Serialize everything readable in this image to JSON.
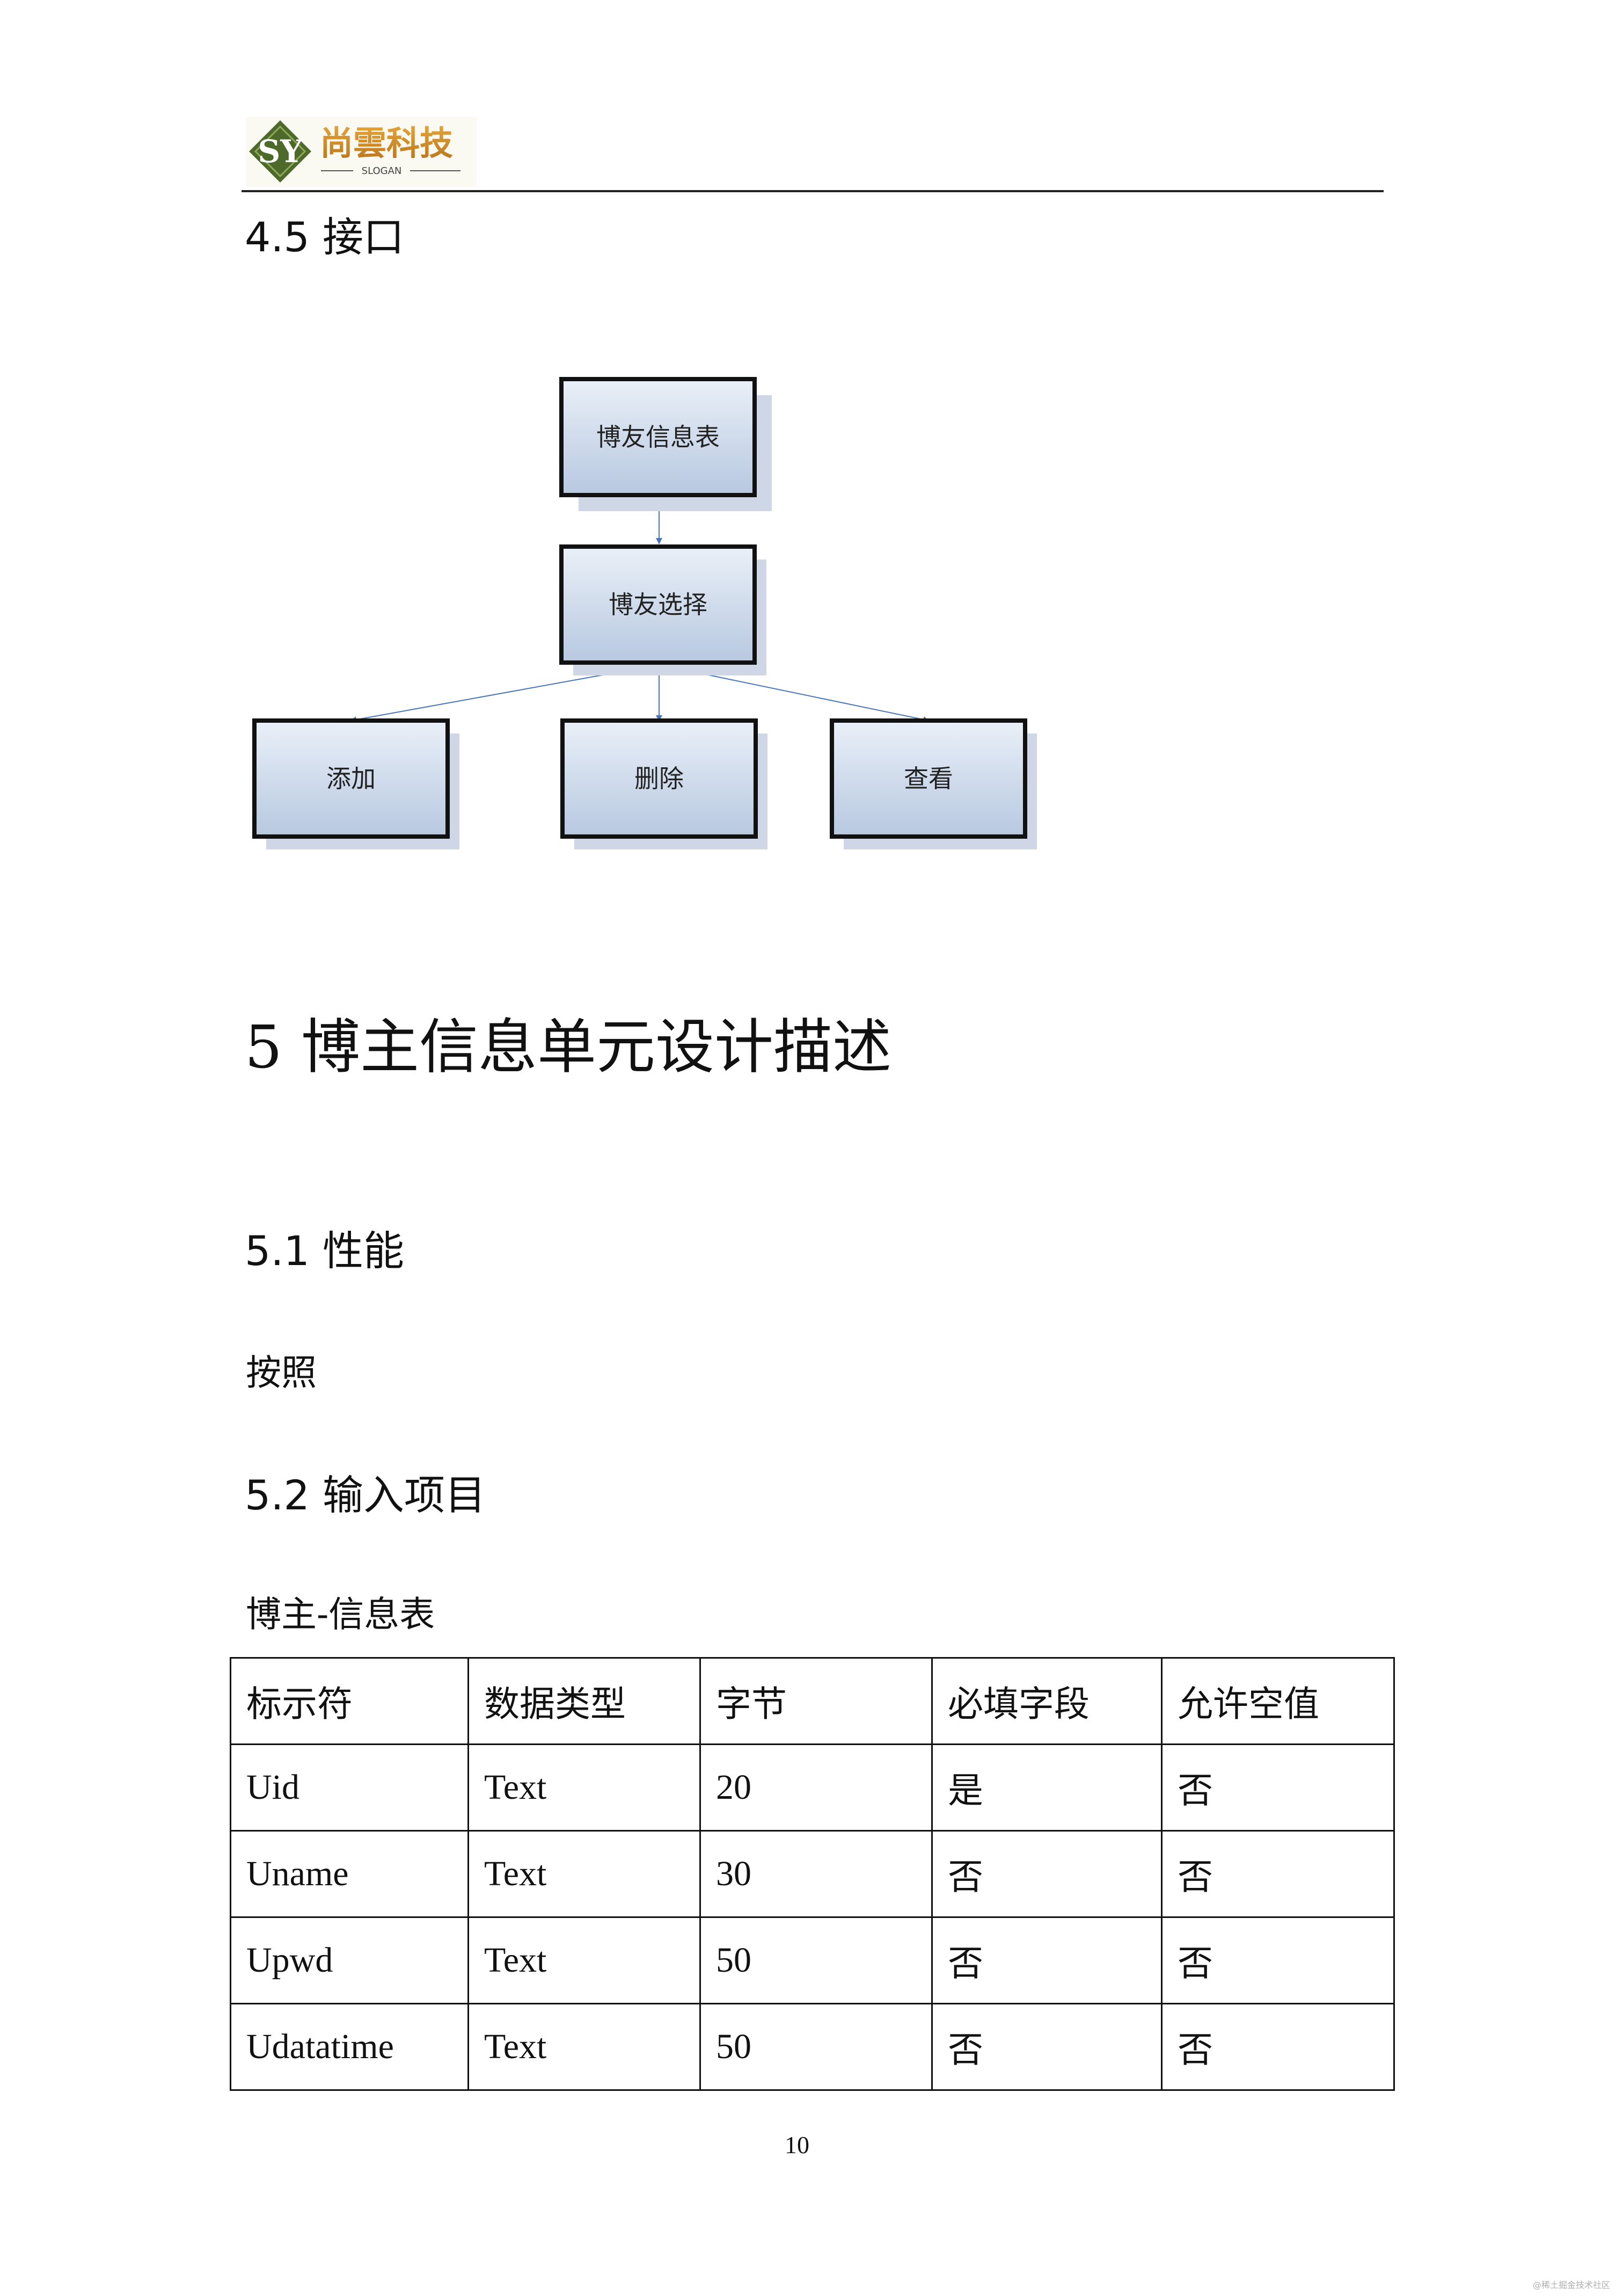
{
  "header": {
    "logo_mark": "SY",
    "logo_name": "尚雲科技",
    "logo_slogan": "SLOGAN"
  },
  "section_4_5": {
    "heading": "4.5 接口"
  },
  "diagram": {
    "nodes": {
      "root": "博友信息表",
      "middle": "博友选择",
      "left": "添加",
      "center": "删除",
      "right": "查看"
    },
    "colors": {
      "fill_top": "#eaf0f8",
      "fill_bottom": "#b7c8e0",
      "arrow": "#4a76b8"
    }
  },
  "section_5": {
    "heading": "5 博主信息单元设计描述"
  },
  "section_5_1": {
    "heading": "5.1 性能",
    "body": "按照"
  },
  "section_5_2": {
    "heading": "5.2 输入项目",
    "table_caption": "博主-信息表"
  },
  "table": {
    "headers": [
      "标示符",
      "数据类型",
      "字节",
      "必填字段",
      "允许空值"
    ],
    "rows": [
      [
        "Uid",
        "Text",
        "20",
        "是",
        "否"
      ],
      [
        "Uname",
        "Text",
        "30",
        "否",
        "否"
      ],
      [
        "Upwd",
        "Text",
        "50",
        "否",
        "否"
      ],
      [
        "Udatatime",
        "Text",
        "50",
        "否",
        "否"
      ]
    ]
  },
  "footer": {
    "page_number": "10",
    "watermark": "@稀土掘金技术社区"
  }
}
